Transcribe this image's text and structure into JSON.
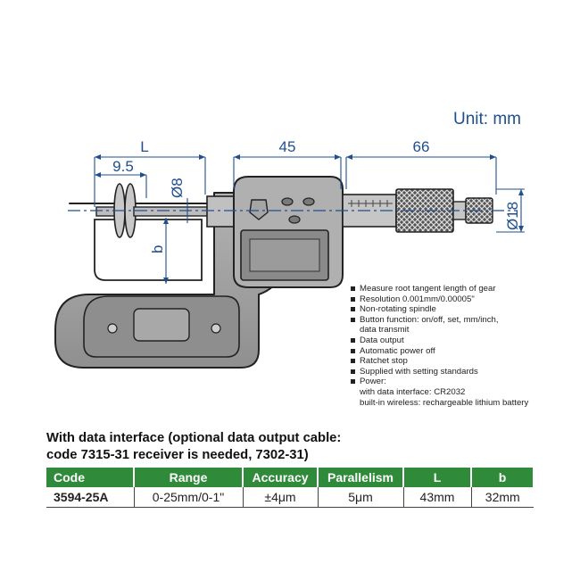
{
  "unit_label": "Unit: mm",
  "dimensions": {
    "L": "L",
    "d9_5": "9.5",
    "d45": "45",
    "d66": "66",
    "dia8": "Ø8",
    "dia18": "Ø18",
    "b": "b"
  },
  "features": [
    "Measure root tangent length of gear",
    "Resolution 0.001mm/0.00005\"",
    "Non-rotating spindle",
    "Button function: on/off, set, mm/inch,",
    "data transmit",
    "Data output",
    "Automatic power off",
    "Ratchet stop",
    "Supplied with setting standards",
    "Power:",
    "with data interface: CR2032",
    "built-in wireless: rechargeable lithium battery"
  ],
  "caption": {
    "line1": "With data interface (optional data output cable:",
    "line2": "code 7315-31 receiver is needed, 7302-31)"
  },
  "table": {
    "headers": [
      "Code",
      "Range",
      "Accuracy",
      "Parallelism",
      "L",
      "b"
    ],
    "rows": [
      [
        "3594-25A",
        "0-25mm/0-1\"",
        "±4μm",
        "5μm",
        "43mm",
        "32mm"
      ]
    ]
  },
  "colors": {
    "dimension_blue": "#1f4f8f",
    "header_green": "#2f8b3a",
    "body_gray": "#9c9c9c"
  }
}
